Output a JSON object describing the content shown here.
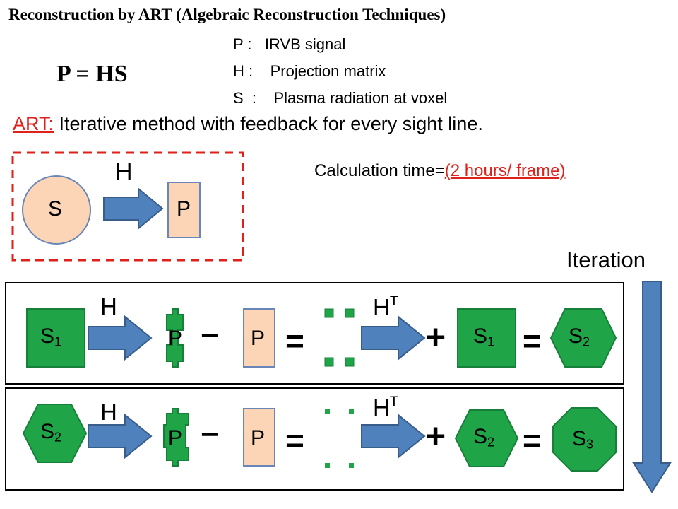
{
  "header": {
    "title": "Reconstruction by ART (Algebraic Reconstruction Techniques)",
    "formula": "P = HS",
    "definitions": [
      {
        "symbol": "P :",
        "text": "IRVB signal"
      },
      {
        "symbol": "H :",
        "text": "Projection matrix"
      },
      {
        "symbol": "S  :",
        "text": "Plasma radiation at voxel"
      }
    ],
    "art_label": "ART:",
    "art_text": " Iterative method with feedback for every sight line.",
    "calc_label": "Calculation time=",
    "calc_value": "(2 hours/ frame)"
  },
  "basic_model": {
    "s_label": "S",
    "h_label": "H",
    "p_label": "P"
  },
  "iteration": {
    "label": "Iteration",
    "row1": {
      "s_in": "S",
      "s_in_sub": "1",
      "h": "H",
      "p_calc": "P",
      "minus": "−",
      "p_meas": "P",
      "eq1": "=",
      "ht": "H",
      "ht_sup": "T",
      "plus": "+",
      "s_add": "S",
      "s_add_sub": "1",
      "eq2": "=",
      "s_out": "S",
      "s_out_sub": "2"
    },
    "row2": {
      "s_in": "S",
      "s_in_sub": "2",
      "h": "H",
      "p_calc": "P",
      "minus": "−",
      "p_meas": "P",
      "eq1": "=",
      "ht": "H",
      "ht_sup": "T",
      "plus": "+",
      "s_add": "S",
      "s_add_sub": "2",
      "eq2": "=",
      "s_out": "S",
      "s_out_sub": "3"
    }
  },
  "colors": {
    "green": "#1fa548",
    "dark_green": "#16803a",
    "peach": "#fbd5b5",
    "peach_border": "#6a86b8",
    "arrow_fill": "#4f81bd",
    "arrow_stroke": "#385d8a",
    "red": "#e0201a"
  }
}
